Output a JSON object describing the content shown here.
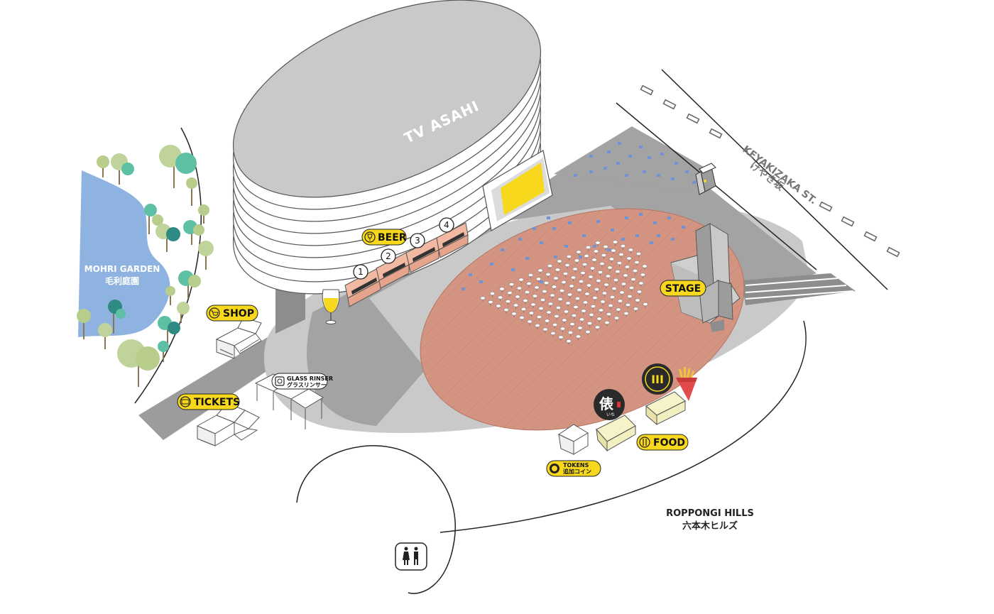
{
  "map": {
    "building": "TV ASAHI",
    "garden": {
      "en": "MOHRI GARDEN",
      "ja": "毛利庭園"
    },
    "street": {
      "en": "KEYAKIZAKA ST.",
      "ja": "けやき坂"
    },
    "hills": {
      "en": "ROPPONGI HILLS",
      "ja": "六本木ヒルズ"
    },
    "labels": {
      "beer": "BEER",
      "shop": "SHOP",
      "tickets": "TICKETS",
      "stage": "STAGE",
      "food": "FOOD",
      "glass_rinser_en": "GLASS RINSER",
      "glass_rinser_ja": "グラスリンサー",
      "tokens_en": "TOKENS",
      "tokens_ja": "追加コイン"
    },
    "beer_booths": [
      "1",
      "2",
      "3",
      "4"
    ],
    "food_vendor_1": "俵",
    "food_vendor_1_sub": "いち",
    "food_vendor_2": "III"
  },
  "colors": {
    "accent_yellow": "#f7d81c",
    "deck": "#d39582",
    "plaza": "#c9c9c9",
    "road": "#9c9c9c",
    "garden_water": "#8fb3e0",
    "booth": "#f2b9a2",
    "screen": "#f7d81c"
  }
}
